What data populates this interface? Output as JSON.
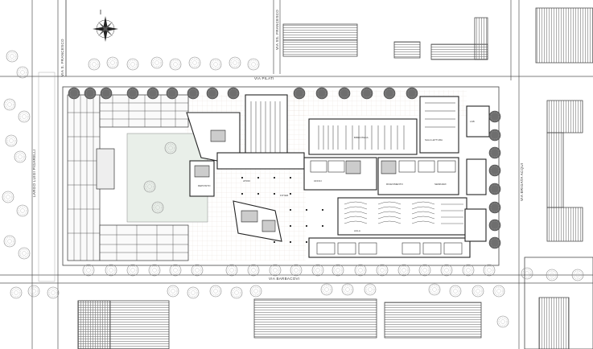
{
  "streets": {
    "north": "VIA PILATI",
    "south": "VIA BARBACOVI",
    "east": "VIA BRIGATA ACQUI",
    "west": "VIA S. FRANCESCO",
    "center_north": "VIA SS. FRANCESCO",
    "square": "LARGO LUIGI PIGARELLI"
  },
  "rooms": {
    "library": "BIBLIOTECA",
    "reading": "SALA LETTURA",
    "atrium": "ATRIO",
    "foyer": "FOYER",
    "office": "UFFICI",
    "reception": "RICEVIMENTO",
    "seminar": "SEMINARI",
    "deposit": "DEPOSITO",
    "lab": "LAB",
    "aula": "AULA"
  },
  "icons": {
    "north_arrow": "compass-rose-icon"
  },
  "colors": {
    "line": "#333333",
    "tree": "#9a9a9a",
    "roof": "#555555",
    "courtyard": "#e9efe9",
    "paving": "#f4eeea"
  }
}
